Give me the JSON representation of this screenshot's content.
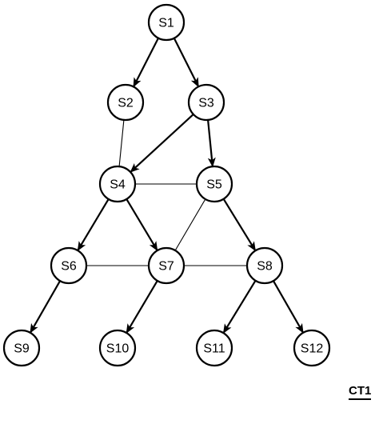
{
  "diagram": {
    "nodes": [
      {
        "id": "S1",
        "label": "S1"
      },
      {
        "id": "S2",
        "label": "S2"
      },
      {
        "id": "S3",
        "label": "S3"
      },
      {
        "id": "S4",
        "label": "S4"
      },
      {
        "id": "S5",
        "label": "S5"
      },
      {
        "id": "S6",
        "label": "S6"
      },
      {
        "id": "S7",
        "label": "S7"
      },
      {
        "id": "S8",
        "label": "S8"
      },
      {
        "id": "S9",
        "label": "S9"
      },
      {
        "id": "S10",
        "label": "S10"
      },
      {
        "id": "S11",
        "label": "S11"
      },
      {
        "id": "S12",
        "label": "S12"
      }
    ],
    "edges": [
      {
        "from": "S1",
        "to": "S2",
        "directed": true
      },
      {
        "from": "S1",
        "to": "S3",
        "directed": true
      },
      {
        "from": "S3",
        "to": "S4",
        "directed": true
      },
      {
        "from": "S3",
        "to": "S5",
        "directed": true
      },
      {
        "from": "S2",
        "to": "S4",
        "directed": false
      },
      {
        "from": "S4",
        "to": "S5",
        "directed": false
      },
      {
        "from": "S4",
        "to": "S6",
        "directed": true
      },
      {
        "from": "S4",
        "to": "S7",
        "directed": true
      },
      {
        "from": "S5",
        "to": "S7",
        "directed": false
      },
      {
        "from": "S5",
        "to": "S8",
        "directed": true
      },
      {
        "from": "S6",
        "to": "S7",
        "directed": false
      },
      {
        "from": "S7",
        "to": "S8",
        "directed": false
      },
      {
        "from": "S6",
        "to": "S9",
        "directed": true
      },
      {
        "from": "S7",
        "to": "S10",
        "directed": true
      },
      {
        "from": "S8",
        "to": "S11",
        "directed": true
      },
      {
        "from": "S8",
        "to": "S12",
        "directed": true
      }
    ]
  },
  "figure_label": "CT1"
}
